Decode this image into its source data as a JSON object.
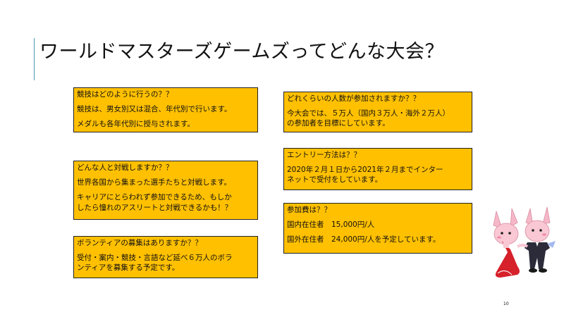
{
  "slide": {
    "title": "ワールドマスターズゲームズってどんな大会？",
    "page_number": "10"
  },
  "left_boxes": [
    {
      "heading": "競技はどのように行うの？？",
      "lines": [
        "競技は、男女別又は混合、年代別で行います。",
        "メダルも各年代別に授与されます。"
      ]
    },
    {
      "heading": "どんな人と対戦しますか？？",
      "lines": [
        "世界各国から集まった選手たちと対戦します。",
        "キャリアにとらわれず参加できるため、もしか",
        "したら憧れのアスリートと対戦できるかも！？"
      ]
    },
    {
      "heading": "ボランティアの募集はありますか？？",
      "lines": [
        "受付・案内・競技・言語など延べ６万人のボラ",
        "ンティアを募集する予定です。"
      ]
    }
  ],
  "right_boxes": [
    {
      "heading": "どれくらいの人数が参加されますか？？",
      "lines": [
        "今大会では、５万人（国内３万人・海外２万人）",
        "の参加者を目標にしています。"
      ]
    },
    {
      "heading": "エントリー方法は？？",
      "lines": [
        "2020年２月１日から2021年２月までインター",
        "ネットで受付をしています。"
      ]
    },
    {
      "heading": "参加費は？？",
      "lines": [
        "国内在住者　15,000円/人",
        "国外在住者　24,000円/人を予定しています。"
      ]
    }
  ],
  "colors": {
    "box_fill": "#ffc000",
    "accent_line": "#4a9bb5"
  },
  "icons": {
    "mascot": "mascot-illustration"
  }
}
